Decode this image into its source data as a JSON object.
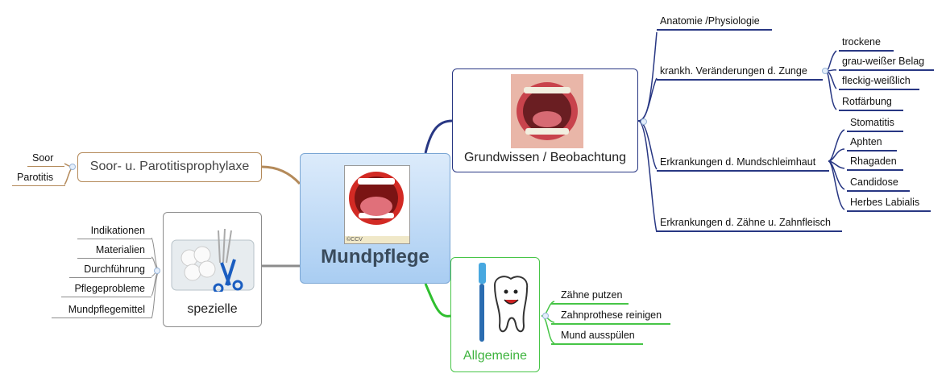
{
  "central": {
    "title": "Mundpflege",
    "image_caption": "©CCV"
  },
  "branches": {
    "grundwissen": {
      "label": "Grundwissen / Beobachtung",
      "children": [
        {
          "label": "Anatomie /Physiologie"
        },
        {
          "label": "krankh. Veränderungen d. Zunge",
          "children": [
            "trockene",
            "grau-weißer Belag",
            "fleckig-weißlich",
            "Rotfärbung"
          ]
        },
        {
          "label": "Erkrankungen d. Mundschleimhaut",
          "children": [
            "Stomatitis",
            "Aphten",
            "Rhagaden",
            "Candidose",
            "Herbes Labialis"
          ]
        },
        {
          "label": "Erkrankungen d. Zähne u. Zahnfleisch"
        }
      ]
    },
    "allgemeine": {
      "label": "Allgemeine",
      "children": [
        "Zähne putzen",
        "Zahnprothese reinigen",
        "Mund ausspülen"
      ]
    },
    "spezielle": {
      "label": "spezielle",
      "children": [
        "Indikationen",
        "Materialien",
        "Durchführung",
        "Pflegeprobleme",
        "Mundpflegemittel"
      ]
    },
    "soor": {
      "label": "Soor- u. Parotitisprophylaxe",
      "children": [
        "Soor",
        "Parotitis"
      ]
    }
  },
  "colors": {
    "grundwissen": "#283783",
    "allgemeine": "#47c547",
    "spezielle": "#8c8c8c",
    "soor": "#b48a5a",
    "central_fill": "#a9cdf2"
  },
  "icons": [
    "open-mouth-icon",
    "throat-photo-icon",
    "cotton-tray-icon",
    "toothbrush-tooth-icon"
  ]
}
